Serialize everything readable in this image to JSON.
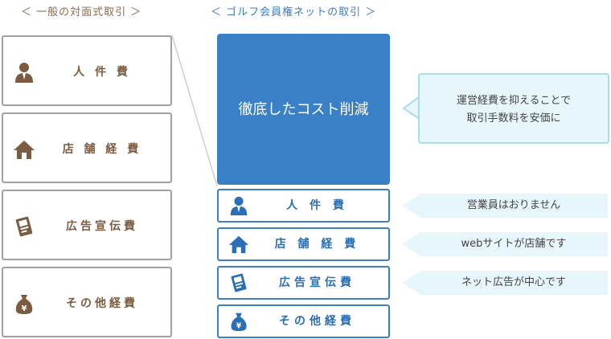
{
  "headings": {
    "general": "＜ 一般の対面式取引 ＞",
    "net": "＜ ゴルフ会員権ネットの取引 ＞"
  },
  "general_items": [
    {
      "label": "人 件 費",
      "icon": "person-icon"
    },
    {
      "label": "店 舗 経 費",
      "icon": "house-icon"
    },
    {
      "label": "広告宣伝費",
      "icon": "ad-flyer-icon"
    },
    {
      "label": "その他経費",
      "icon": "yen-bag-icon"
    }
  ],
  "net_items": [
    {
      "label": "人 件 費",
      "icon": "person-icon"
    },
    {
      "label": "店 舗 経 費",
      "icon": "house-icon"
    },
    {
      "label": "広告宣伝費",
      "icon": "ad-flyer-icon"
    },
    {
      "label": "その他経費",
      "icon": "yen-bag-icon"
    }
  ],
  "highlight": {
    "text": "徹底したコスト削減"
  },
  "callout": {
    "line1": "運営経費を抑えることで",
    "line2": "取引手数料を安価に"
  },
  "notes": [
    "営業員はおりません",
    "webサイトが店舗です",
    "ネット広告が中心です"
  ],
  "colors": {
    "brown": "#7b5c40",
    "blue": "#3a80c7",
    "callout_bg": "#e6f6fb"
  }
}
